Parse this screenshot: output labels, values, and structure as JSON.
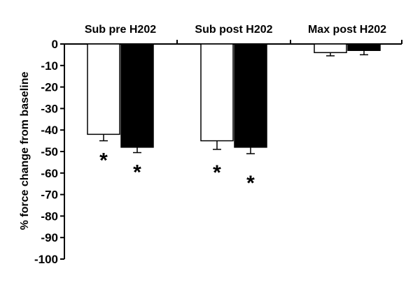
{
  "chart_data": {
    "type": "bar",
    "categories": [
      "Sub pre H202",
      "Sub post H202",
      "Max post H202"
    ],
    "ylabel": "% force change from baseline",
    "ylim": [
      -100,
      0
    ],
    "yticks": [
      0,
      -10,
      -20,
      -30,
      -40,
      -50,
      -60,
      -70,
      -80,
      -90,
      -100
    ],
    "grid": false,
    "legend": "none",
    "series": [
      {
        "color": "#ffffff",
        "values": [
          -42,
          -45,
          -4
        ],
        "errors": [
          3,
          4,
          1.5
        ],
        "significance": [
          "*",
          "*",
          ""
        ]
      },
      {
        "color": "#000000",
        "values": [
          -48,
          -48,
          -3
        ],
        "errors": [
          2.5,
          3,
          2
        ],
        "significance": [
          "*",
          "*",
          ""
        ]
      }
    ]
  }
}
